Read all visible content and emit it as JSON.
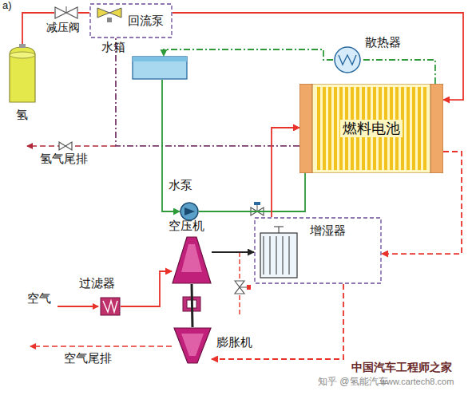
{
  "diagram": {
    "nodes": [
      {
        "text": [
          "氢"
        ]
      },
      {
        "text": [
          "减压阀"
        ]
      },
      {
        "text": [
          "回流泵"
        ]
      },
      {
        "text": [
          "水箱"
        ]
      },
      {
        "text": [
          "散热器"
        ]
      },
      {
        "text": [
          "燃料电池"
        ]
      },
      {
        "text": [
          "水泵"
        ]
      },
      {
        "text": [
          "增湿器"
        ]
      },
      {
        "text": [
          "过滤器"
        ]
      },
      {
        "text": [
          "空压机"
        ]
      },
      {
        "text": [
          "膨胀机"
        ]
      }
    ],
    "edges": [
      {
        "from": 0,
        "to": 1,
        "arrow": "none"
      },
      {
        "from": 1,
        "to": 2,
        "arrow": "none"
      },
      {
        "from": 2,
        "to": 5,
        "arrow": "to"
      },
      {
        "from": 5,
        "to": 2,
        "arrow": "none"
      },
      {
        "from": 3,
        "to": 6,
        "arrow": "to"
      },
      {
        "from": 6,
        "to": 5,
        "arrow": "none"
      },
      {
        "from": 5,
        "to": 4,
        "arrow": "none"
      },
      {
        "from": 4,
        "to": 3,
        "arrow": "to"
      },
      {
        "from": 8,
        "to": 9,
        "arrow": "to"
      },
      {
        "from": 9,
        "to": 7,
        "arrow": "to"
      },
      {
        "from": 7,
        "to": 5,
        "arrow": "to"
      },
      {
        "from": 5,
        "to": 7,
        "arrow": "to"
      },
      {
        "from": 7,
        "to": 10,
        "arrow": "to"
      },
      {
        "from": 9,
        "to": 10,
        "arrow": "none"
      }
    ],
    "labels": [
      "a)",
      "空气",
      "空气尾排",
      "氢气尾排",
      "知乎 @氢能汽车",
      "中国汽车工程师之家",
      "www.cartech8.com"
    ]
  }
}
